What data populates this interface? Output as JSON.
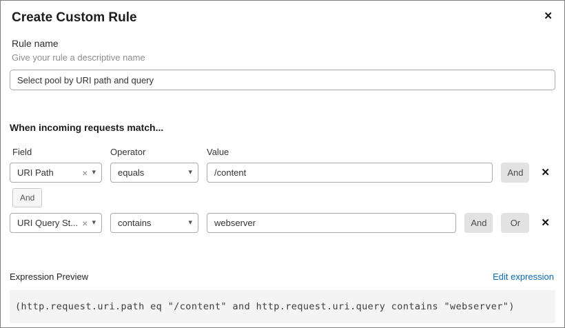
{
  "dialog": {
    "title": "Create Custom Rule",
    "close_icon": "✕"
  },
  "rule_name": {
    "label": "Rule name",
    "hint": "Give your rule a descriptive name",
    "value": "Select pool by URI path and query"
  },
  "match": {
    "heading": "When incoming requests match...",
    "columns": {
      "field": "Field",
      "operator": "Operator",
      "value": "Value"
    },
    "connector_label": "And",
    "clear_icon": "×",
    "caret_icon": "▾",
    "rows": [
      {
        "field": "URI Path",
        "operator": "equals",
        "value": "/content",
        "and_label": "And",
        "remove_icon": "✕"
      },
      {
        "field": "URI Query St...",
        "operator": "contains",
        "value": "webserver",
        "and_label": "And",
        "or_label": "Or",
        "remove_icon": "✕"
      }
    ]
  },
  "expression": {
    "label": "Expression Preview",
    "edit_link": "Edit expression",
    "code": "(http.request.uri.path eq \"/content\" and http.request.uri.query contains \"webserver\")"
  }
}
